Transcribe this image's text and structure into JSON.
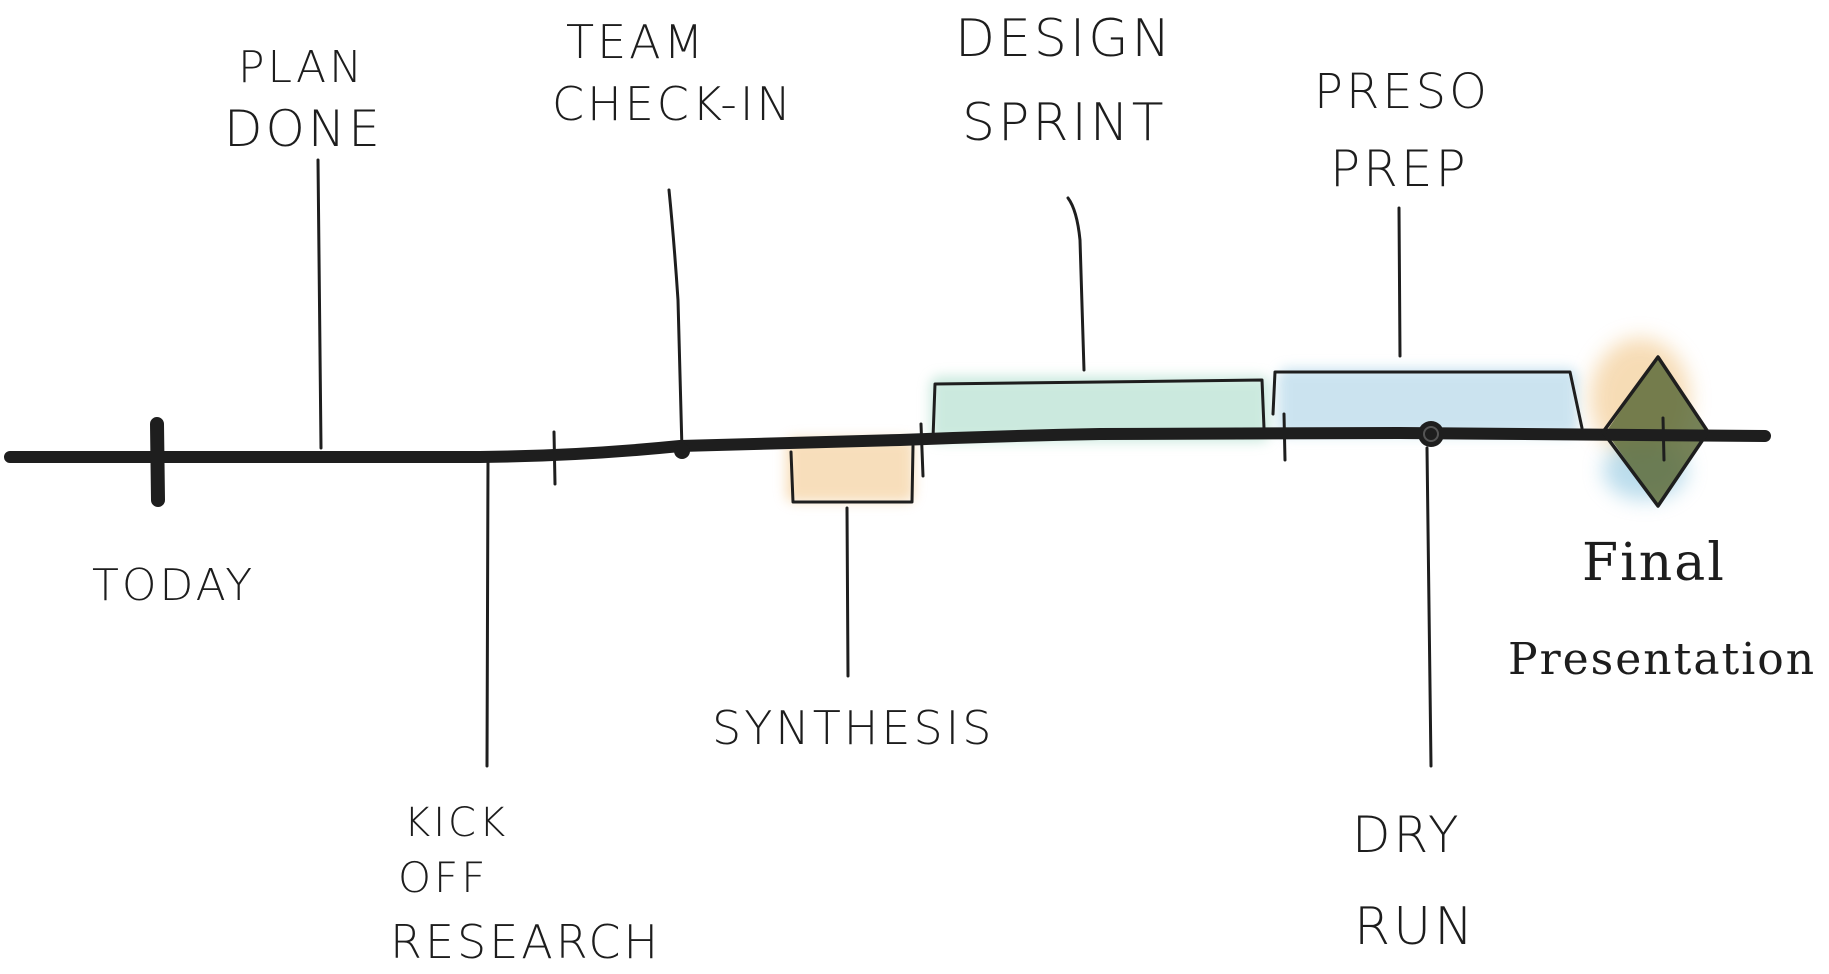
{
  "timeline": {
    "today_label": "TODAY",
    "milestones": {
      "plan_done": [
        "PLAN",
        "DONE"
      ],
      "kickoff_research": [
        "KICK",
        "OFF",
        "RESEARCH"
      ],
      "team_checkin": [
        "TEAM",
        "CHECK-IN"
      ],
      "synthesis": [
        "SYNTHESIS"
      ],
      "design_sprint": [
        "DESIGN",
        "SPRINT"
      ],
      "preso_prep": [
        "PRESO",
        "PREP"
      ],
      "dry_run": [
        "DRY",
        "RUN"
      ],
      "final_presentation": [
        "Final",
        "Presentation"
      ]
    }
  },
  "colors": {
    "ink": "#1e1e1e",
    "synthesis_fill": "#f3c98f",
    "design_sprint_fill": "#a9dcc9",
    "preso_prep_fill": "#a9d2e6",
    "final_fill_dark": "#5d6b3a",
    "final_fill_glow_warm": "#f0c07a",
    "final_fill_glow_cool": "#8ec6e0"
  }
}
